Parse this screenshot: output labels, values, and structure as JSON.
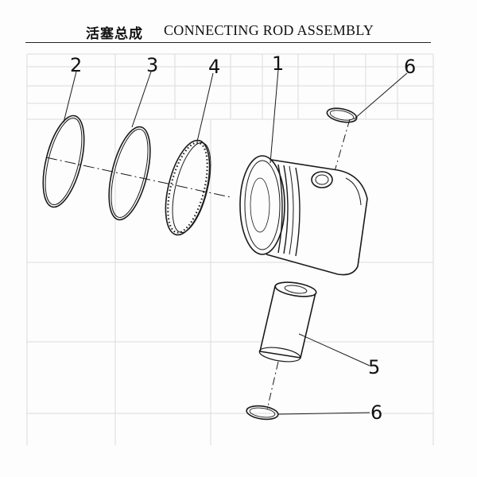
{
  "title": {
    "chinese": "活塞总成",
    "english": "CONNECTING ROD ASSEMBLY"
  },
  "parts": [
    {
      "callout": "1",
      "component": "piston"
    },
    {
      "callout": "2",
      "component": "piston-ring"
    },
    {
      "callout": "3",
      "component": "piston-ring"
    },
    {
      "callout": "4",
      "component": "oil-control-ring"
    },
    {
      "callout": "5",
      "component": "piston-pin"
    },
    {
      "callout": "6",
      "component": "snap-ring-upper"
    },
    {
      "callout": "6",
      "component": "snap-ring-lower"
    }
  ],
  "colors": {
    "line": "#1a1a1a",
    "ghost": "#d0d0d0"
  }
}
